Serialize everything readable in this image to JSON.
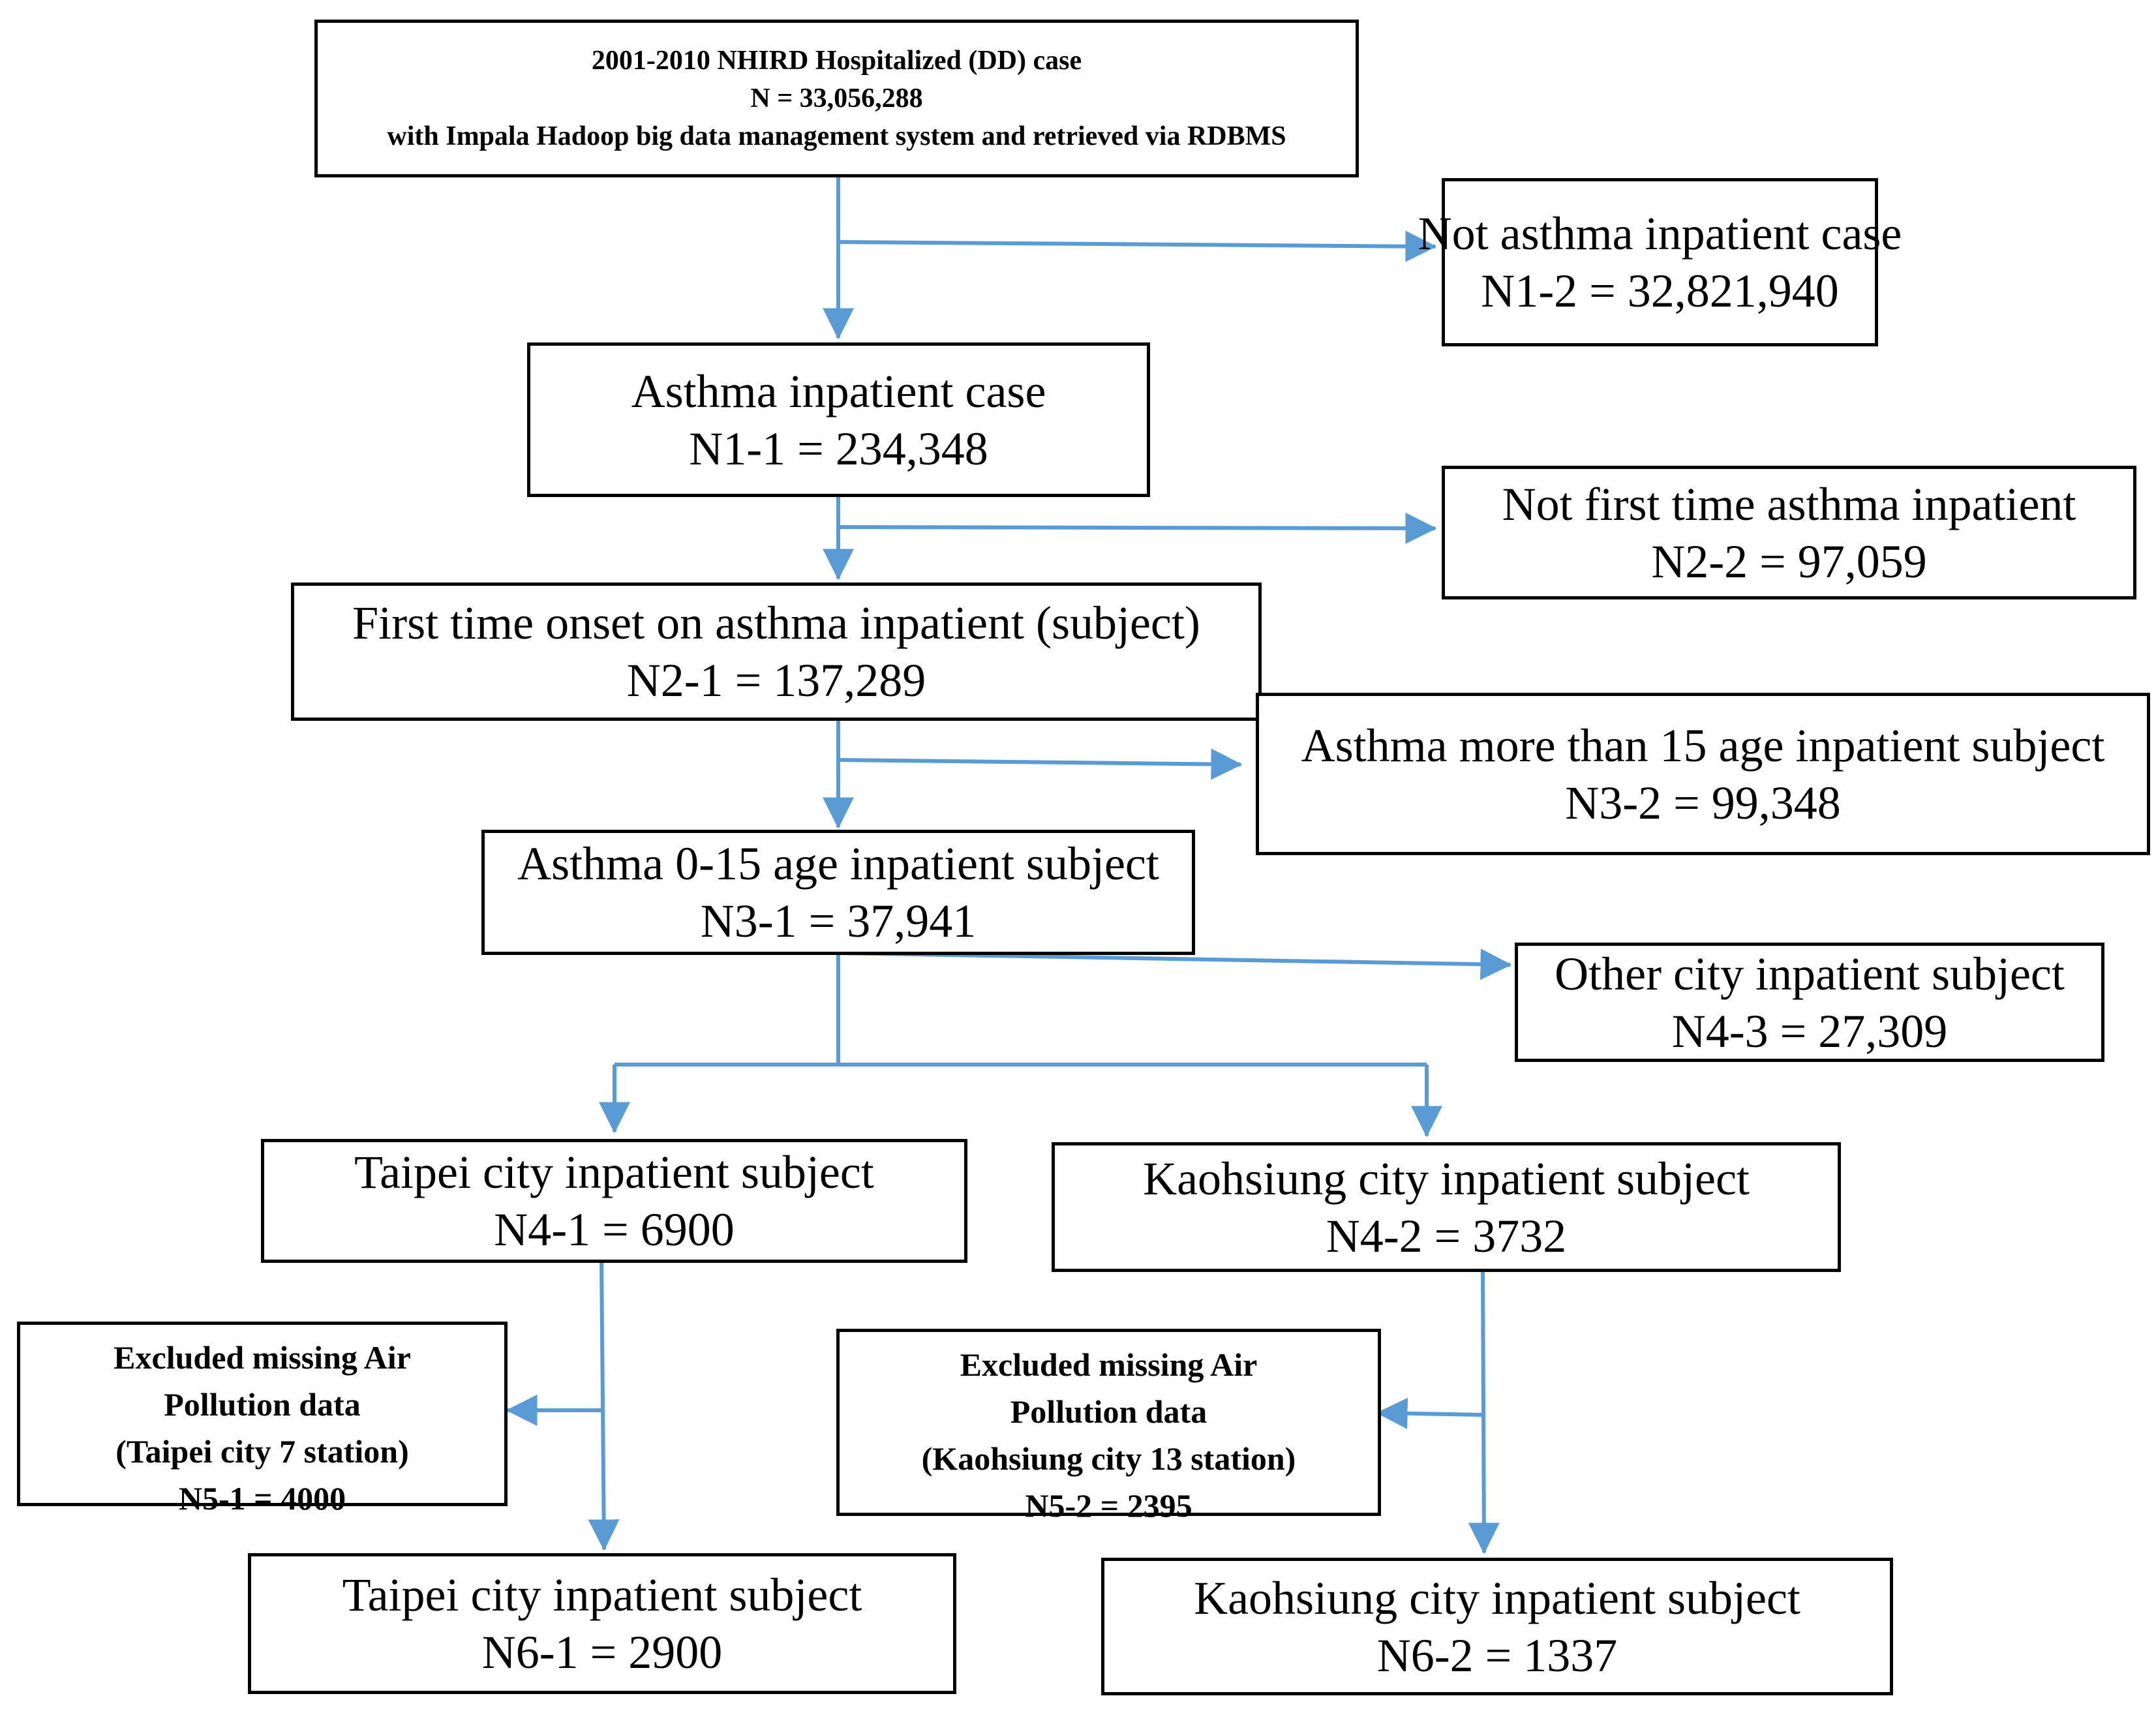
{
  "colors": {
    "arrow": "#5b9bd5",
    "box_border": "#000000"
  },
  "boxes": {
    "source": {
      "line1": "2001-2010 NHIRD Hospitalized (DD) case",
      "line2": "N = 33,056,288",
      "line3": "with Impala Hadoop big data management system and retrieved via RDBMS"
    },
    "not_asthma": {
      "line1": "Not asthma inpatient case",
      "line2": "N1-2 = 32,821,940"
    },
    "asthma": {
      "line1": "Asthma inpatient case",
      "line2": "N1-1 = 234,348"
    },
    "not_first": {
      "line1": "Not first time asthma inpatient",
      "line2": "N2-2 = 97,059"
    },
    "first_time": {
      "line1": "First time onset on asthma inpatient (subject)",
      "line2": "N2-1 = 137,289"
    },
    "over15": {
      "line1": "Asthma more than 15 age inpatient subject",
      "line2": "N3-2 = 99,348"
    },
    "age0_15": {
      "line1": "Asthma 0-15 age inpatient subject",
      "line2": "N3-1 = 37,941"
    },
    "other_city": {
      "line1": "Other city inpatient subject",
      "line2": "N4-3 = 27,309"
    },
    "taipei": {
      "line1": "Taipei city inpatient subject",
      "line2": "N4-1 = 6900"
    },
    "kaohsiung": {
      "line1": "Kaohsiung city inpatient subject",
      "line2": "N4-2 = 3732"
    },
    "excl_taipei": {
      "line1": "Excluded missing Air",
      "line2": "Pollution data",
      "line3": "(Taipei city 7 station)",
      "line4": "N5-1 = 4000"
    },
    "excl_kaohsiung": {
      "line1": "Excluded missing Air",
      "line2": "Pollution data",
      "line3": "(Kaohsiung city 13 station)",
      "line4": "N5-2 = 2395"
    },
    "taipei_final": {
      "line1": "Taipei city inpatient subject",
      "line2": "N6-1 = 2900"
    },
    "kaohsiung_final": {
      "line1": "Kaohsiung city inpatient subject",
      "line2": "N6-2 = 1337"
    }
  }
}
